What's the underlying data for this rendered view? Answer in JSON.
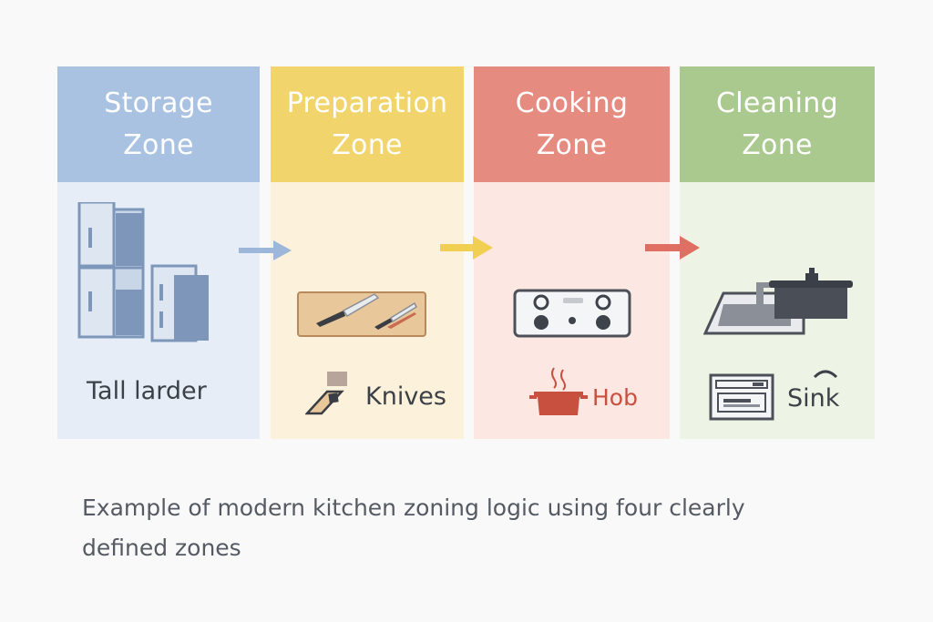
{
  "zones": [
    {
      "title_line1": "Storage",
      "title_line2": "Zone",
      "item_label": "Tall larder",
      "icon": "tall-larder-icon"
    },
    {
      "title_line1": "Preparation",
      "title_line2": "Zone",
      "item_label": "Knives",
      "icon": "knives-icon"
    },
    {
      "title_line1": "Cooking",
      "title_line2": "Zone",
      "item_label": "Hob",
      "icon": "hob-icon"
    },
    {
      "title_line1": "Cleaning",
      "title_line2": "Zone",
      "item_label": "Sink",
      "icon": "sink-icon"
    }
  ],
  "caption": "Example of modern kitchen zoning logic using four clearly defined zones",
  "colors": {
    "storage": "#a9c2e2",
    "preparation": "#f1d46c",
    "cooking": "#e68b80",
    "cleaning": "#a9c98e",
    "hob_label": "#c8503f"
  }
}
